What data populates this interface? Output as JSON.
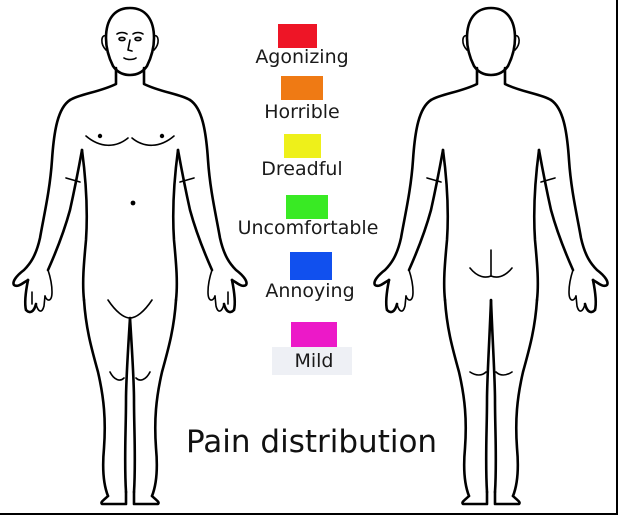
{
  "title": "Pain distribution",
  "legend": [
    {
      "label": "Agonizing",
      "color": "#ee1526"
    },
    {
      "label": "Horrible",
      "color": "#ef7a14"
    },
    {
      "label": "Dreadful",
      "color": "#eef01a"
    },
    {
      "label": "Uncomfortable",
      "color": "#39ea24"
    },
    {
      "label": "Annoying",
      "color": "#1150ee"
    },
    {
      "label": "Mild",
      "color": "#ec19c8"
    }
  ]
}
